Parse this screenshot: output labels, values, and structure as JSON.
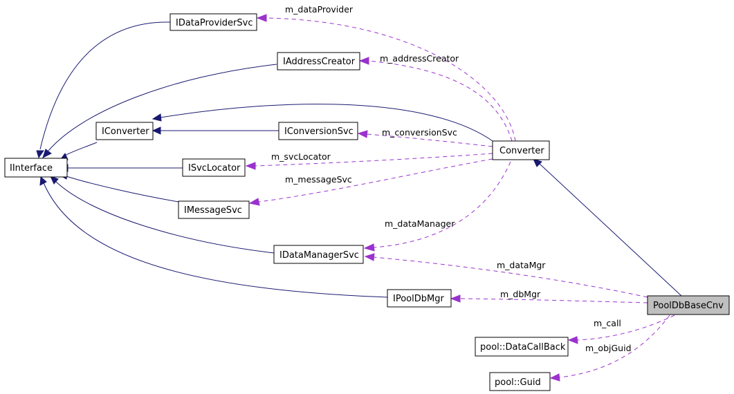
{
  "colors": {
    "inheritance": "#191970",
    "usage": "#9a32cd",
    "focus_fill": "#bfbfbf",
    "node_fill": "#ffffff"
  },
  "classes": {
    "IInterface": "IInterface",
    "IDataProviderSvc": "IDataProviderSvc",
    "IAddressCreator": "IAddressCreator",
    "IConverter": "IConverter",
    "IConversionSvc": "IConversionSvc",
    "ISvcLocator": "ISvcLocator",
    "IMessageSvc": "IMessageSvc",
    "IDataManagerSvc": "IDataManagerSvc",
    "IPoolDbMgr": "IPoolDbMgr",
    "Converter": "Converter",
    "PoolDbBaseCnv": "PoolDbBaseCnv",
    "DataCallBack": "pool::DataCallBack",
    "Guid": "pool::Guid"
  },
  "edge_labels": {
    "m_dataProvider": "m_dataProvider",
    "m_addressCreator": "m_addressCreator",
    "m_conversionSvc": "m_conversionSvc",
    "m_svcLocator": "m_svcLocator",
    "m_messageSvc": "m_messageSvc",
    "m_dataManager": "m_dataManager",
    "m_dataMgr": "m_dataMgr",
    "m_dbMgr": "m_dbMgr",
    "m_call": "m_call",
    "m_objGuid": "m_objGuid"
  }
}
